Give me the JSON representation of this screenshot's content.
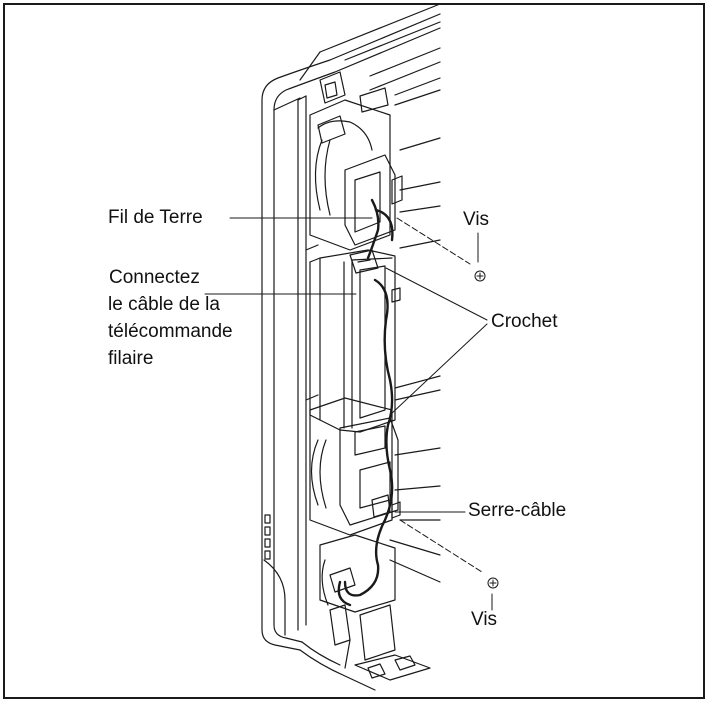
{
  "labels": {
    "ground_wire": "Fil de Terre",
    "screw_top": "Vis",
    "connect_line1": "Connectez",
    "connect_line2": "le câble de la",
    "connect_line3": "télécommande",
    "connect_line4": "filaire",
    "hook": "Crochet",
    "cable_clamp": "Serre-câble",
    "screw_bottom": "Vis"
  },
  "colors": {
    "line": "#1a1a1a",
    "light_stroke": "#555555",
    "fill_panel": "#ffffff"
  }
}
